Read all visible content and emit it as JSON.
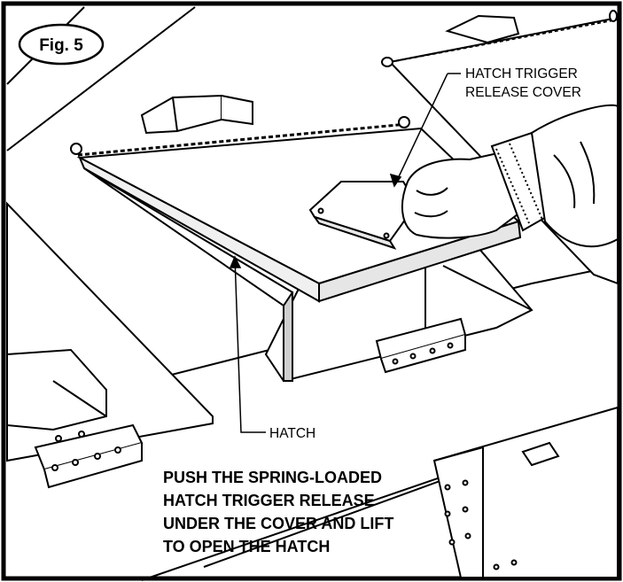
{
  "figure": {
    "badge": "Fig. 5"
  },
  "callouts": {
    "trigger_cover_line1": "HATCH TRIGGER",
    "trigger_cover_line2": "RELEASE COVER",
    "hatch": "HATCH"
  },
  "instruction": {
    "lines": [
      "PUSH THE SPRING-LOADED",
      "HATCH TRIGGER RELEASE",
      "UNDER THE COVER AND LIFT",
      "TO OPEN THE HATCH"
    ]
  }
}
